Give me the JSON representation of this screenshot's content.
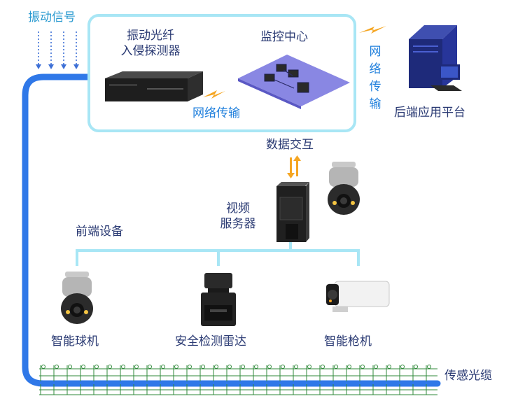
{
  "labels": {
    "vibration_signal": "振动信号",
    "detector_line1": "振动光纤",
    "detector_line2": "入侵探测器",
    "monitor_center": "监控中心",
    "network_transmission": "网络传输",
    "network_vertical": [
      "网",
      "络",
      "传",
      "输"
    ],
    "backend_platform": "后端应用平台",
    "data_interaction": "数据交互",
    "video_server_line1": "视频",
    "video_server_line2": "服务器",
    "frontend_devices": "前端设备",
    "dome_camera": "智能球机",
    "radar": "安全检测雷达",
    "bullet_camera": "智能枪机",
    "sensing_cable": "传感光缆"
  },
  "colors": {
    "frame_cyan": "#a8e6f5",
    "cable_blue": "#2f78e8",
    "label_dark": "#2a3a73",
    "label_blue": "#1f7fdc",
    "signal_orange": "#f5a623",
    "fence_green": "#2f8a3a"
  },
  "icons": [
    "arrow-down-icon",
    "lightning-icon",
    "server-rack-icon",
    "monitor-network-icon",
    "tower-pc-icon",
    "dome-camera-icon",
    "radar-icon",
    "bullet-camera-icon",
    "fence-icon"
  ]
}
